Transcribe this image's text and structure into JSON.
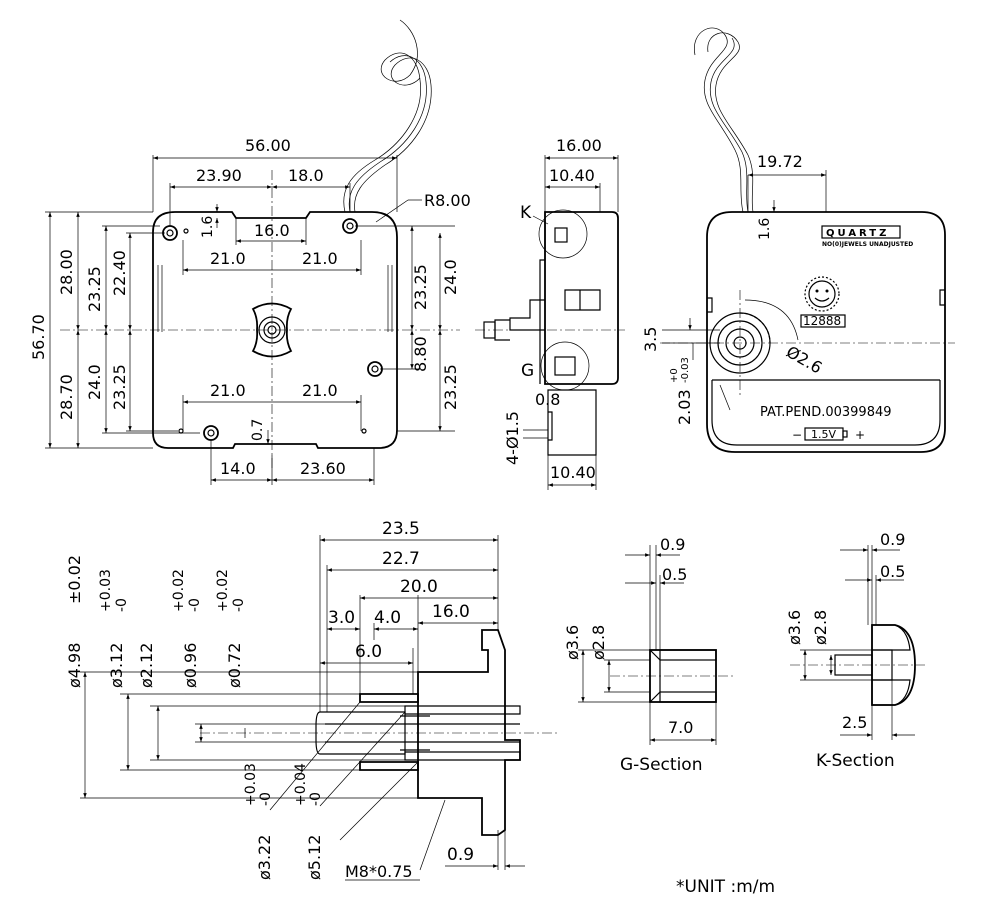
{
  "front_view": {
    "width_total": "56.00",
    "width_left": "23.90",
    "width_right": "18.0",
    "radius": "R8.00",
    "top_offset": "1.6",
    "slot_width": "16.0",
    "hole_left": "21.0",
    "hole_right": "21.0",
    "height_total": "56.70",
    "height_upper": "28.00",
    "height_lower": "28.70",
    "left_upper_a": "23.25",
    "left_upper_b": "22.40",
    "left_lower_a": "24.0",
    "left_lower_b": "23.25",
    "right_upper_a": "23.25",
    "right_upper_b": "24.0",
    "right_mid": "8.80",
    "right_lower": "23.25",
    "bottom_hole_left": "21.0",
    "bottom_hole_right": "21.0",
    "bottom_small": "0.7",
    "bottom_left": "14.0",
    "bottom_right": "23.60"
  },
  "side_view": {
    "top_total": "16.00",
    "top_inner": "10.40",
    "bottom": "10.40",
    "label_k": "K",
    "label_g": "G",
    "pin_gap": "0.8",
    "pin_dia": "1.5",
    "pin_count": "4-Ø1.5"
  },
  "back_view": {
    "offset": "19.72",
    "top_small": "1.6",
    "brand": "QUARTZ",
    "brand_sub": "NO(0)JEWELS UNADJUSTED",
    "code": "12888",
    "v_offset": "3.5",
    "gear_dia": "Ø2.6",
    "tolerance": "2.03",
    "tol_upper": "+0",
    "tol_lower": "-0.03",
    "patent": "PAT.PEND.00399849",
    "battery": "1.5V",
    "minus": "−",
    "plus": "+"
  },
  "shaft_section": {
    "len_a": "23.5",
    "len_b": "22.7",
    "len_c": "20.0",
    "len_d": "16.0",
    "len_e": "3.0",
    "len_f": "4.0",
    "len_g": "6.0",
    "dia_1": "ø4.98",
    "dia_1_tol": "±0.02",
    "dia_2": "ø3.12",
    "dia_2_tol_up": "+0.03",
    "dia_2_tol_lo": "-0",
    "dia_3": "ø2.12",
    "dia_4": "ø0.96",
    "dia_4_tol_up": "+0.02",
    "dia_4_tol_lo": "-0",
    "dia_5": "ø0.72",
    "dia_5_tol_up": "+0.02",
    "dia_5_tol_lo": "-0",
    "dia_6": "ø3.22",
    "dia_6_tol_up": "+0.03",
    "dia_6_tol_lo": "-0",
    "dia_7": "ø5.12",
    "dia_7_tol_up": "+0.04",
    "dia_7_tol_lo": "-0",
    "thread": "M8*0.75",
    "flange": "0.9"
  },
  "g_section": {
    "top_a": "0.9",
    "top_b": "0.5",
    "dia_a": "ø3.6",
    "dia_b": "ø2.8",
    "length": "7.0",
    "caption": "G-Section"
  },
  "k_section": {
    "top_a": "0.9",
    "top_b": "0.5",
    "dia_a": "ø3.6",
    "dia_b": "ø2.8",
    "length": "2.5",
    "caption": "K-Section"
  },
  "unit_note": "*UNIT  :m/m"
}
